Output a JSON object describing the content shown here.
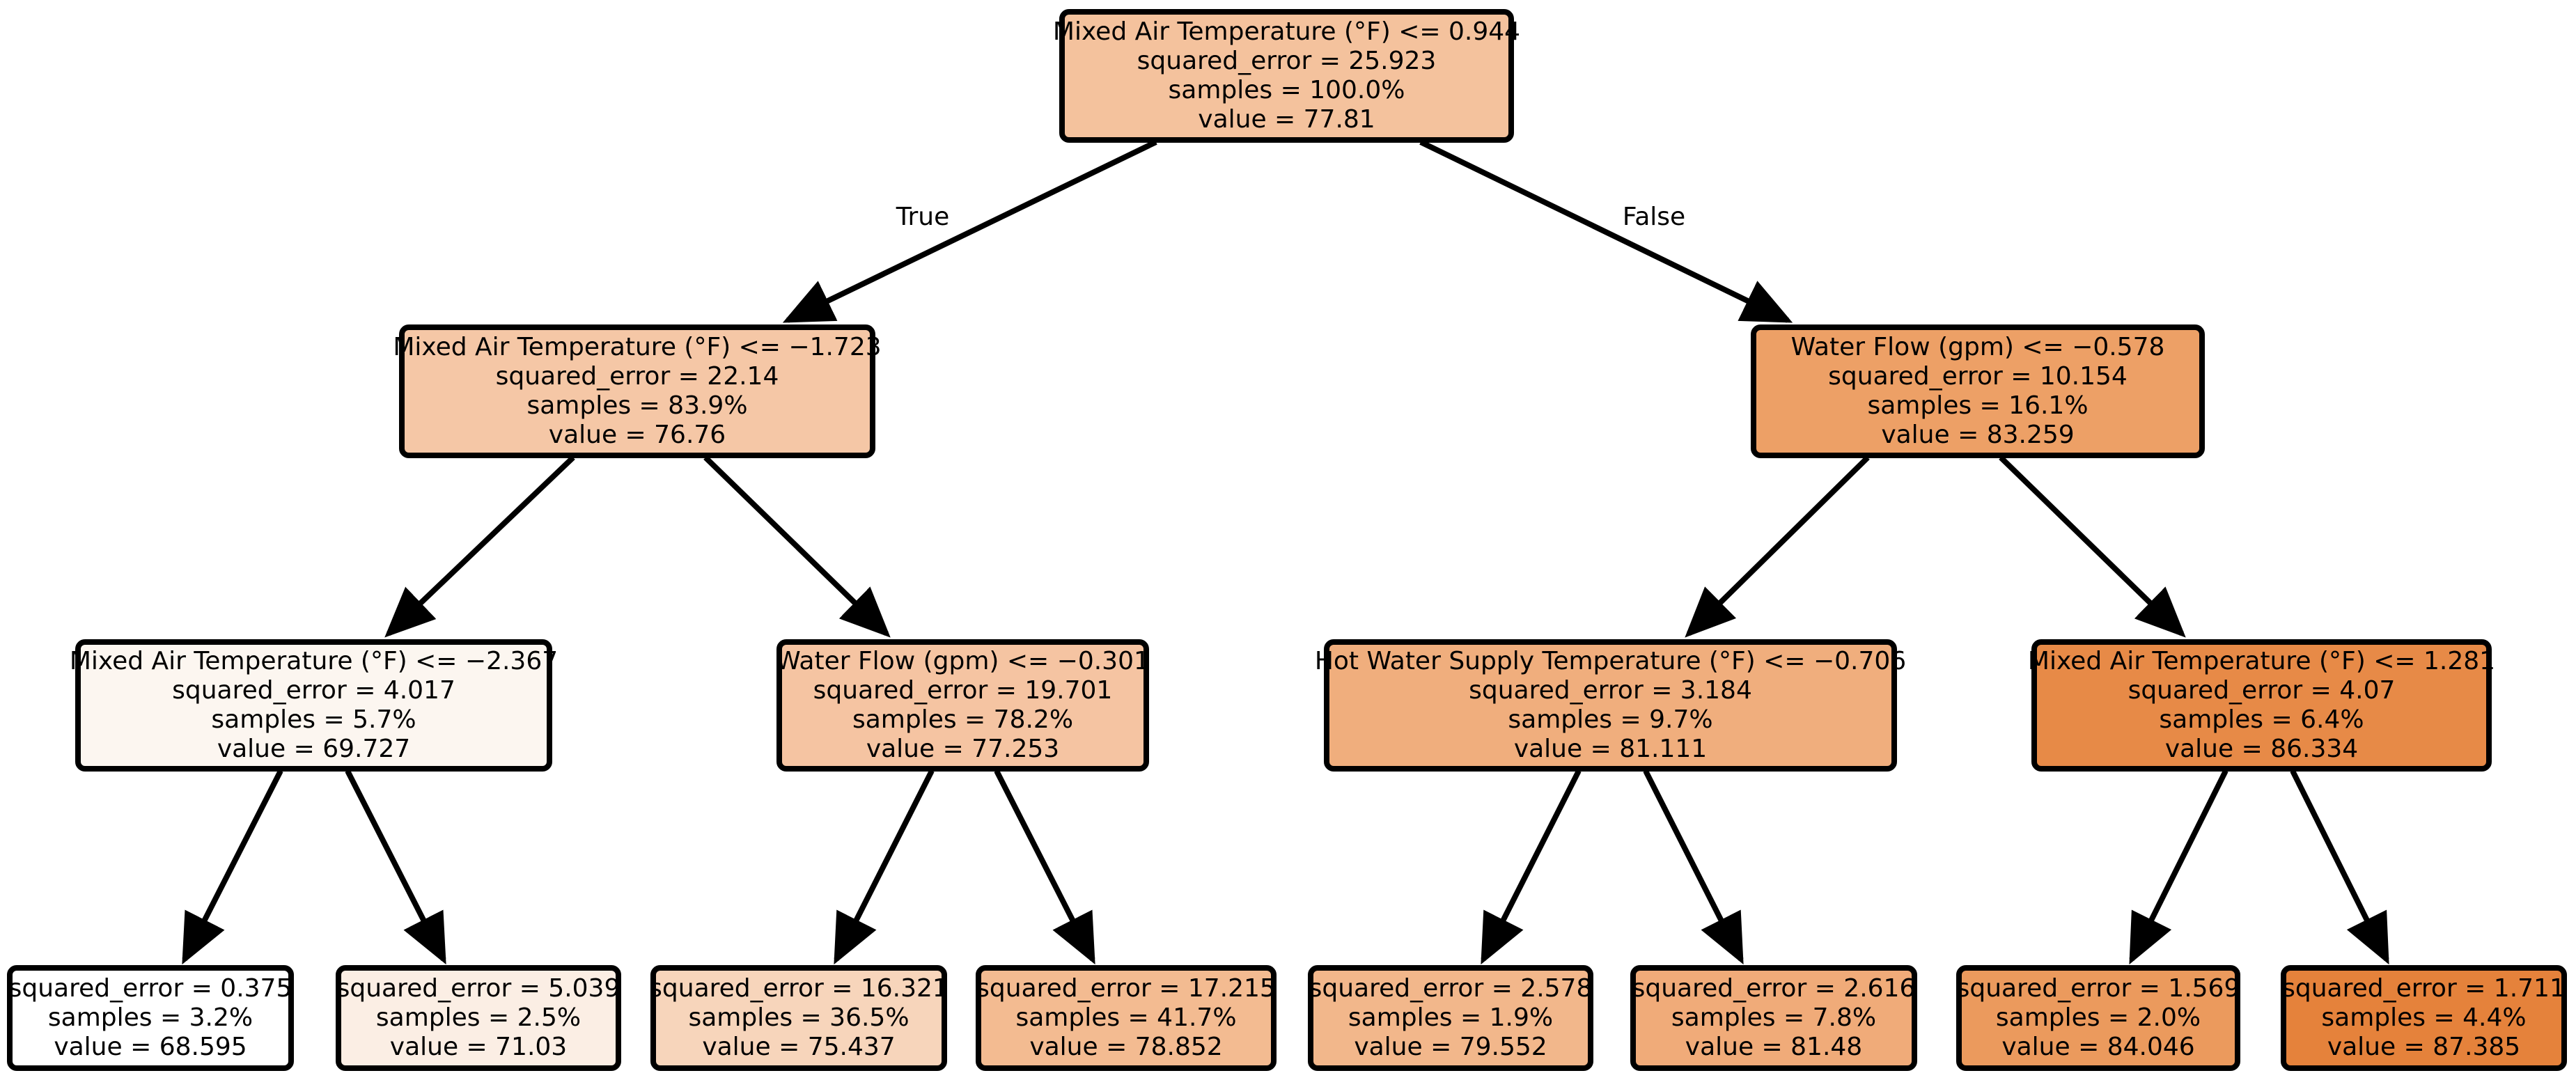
{
  "tree": {
    "edge_labels": {
      "true_label": "True",
      "false_label": "False"
    },
    "nodes": [
      {
        "id": "n0",
        "lines": [
          "Mixed Air Temperature (°F) <= 0.944",
          "squared_error = 25.923",
          "samples = 100.0%",
          "value = 77.81"
        ],
        "fill": "#f4c29d"
      },
      {
        "id": "n1",
        "lines": [
          "Mixed Air Temperature (°F) <= −1.723",
          "squared_error = 22.14",
          "samples = 83.9%",
          "value = 76.76"
        ],
        "fill": "#f5c7a6"
      },
      {
        "id": "n2",
        "lines": [
          "Water Flow (gpm) <= −0.578",
          "squared_error = 10.154",
          "samples = 16.1%",
          "value = 83.259"
        ],
        "fill": "#eda066"
      },
      {
        "id": "n3",
        "lines": [
          "Mixed Air Temperature (°F) <= −2.367",
          "squared_error = 4.017",
          "samples = 5.7%",
          "value = 69.727"
        ],
        "fill": "#fcf6f0"
      },
      {
        "id": "n4",
        "lines": [
          "Water Flow (gpm) <= −0.301",
          "squared_error = 19.701",
          "samples = 78.2%",
          "value = 77.253"
        ],
        "fill": "#f5c4a2"
      },
      {
        "id": "n5",
        "lines": [
          "Hot Water Supply Temperature (°F) <= −0.706",
          "squared_error = 3.184",
          "samples = 9.7%",
          "value = 81.111"
        ],
        "fill": "#f0ae7d"
      },
      {
        "id": "n6",
        "lines": [
          "Mixed Air Temperature (°F) <= 1.281",
          "squared_error = 4.07",
          "samples = 6.4%",
          "value = 86.334"
        ],
        "fill": "#e78a47"
      },
      {
        "id": "n7",
        "lines": [
          "squared_error = 0.375",
          "samples = 3.2%",
          "value = 68.595"
        ],
        "fill": "#ffffff"
      },
      {
        "id": "n8",
        "lines": [
          "squared_error = 5.039",
          "samples = 2.5%",
          "value = 71.03"
        ],
        "fill": "#fbeee4"
      },
      {
        "id": "n9",
        "lines": [
          "squared_error = 16.321",
          "samples = 36.5%",
          "value = 75.437"
        ],
        "fill": "#f7d5bb"
      },
      {
        "id": "n10",
        "lines": [
          "squared_error = 17.215",
          "samples = 41.7%",
          "value = 78.852"
        ],
        "fill": "#f3bb91"
      },
      {
        "id": "n11",
        "lines": [
          "squared_error = 2.578",
          "samples = 1.9%",
          "value = 79.552"
        ],
        "fill": "#f2b78b"
      },
      {
        "id": "n12",
        "lines": [
          "squared_error = 2.616",
          "samples = 7.8%",
          "value = 81.48"
        ],
        "fill": "#f0ab79"
      },
      {
        "id": "n13",
        "lines": [
          "squared_error = 1.569",
          "samples = 2.0%",
          "value = 84.046"
        ],
        "fill": "#eb9a5d"
      },
      {
        "id": "n14",
        "lines": [
          "squared_error = 1.711",
          "samples = 4.4%",
          "value = 87.385"
        ],
        "fill": "#e5823b"
      }
    ],
    "edges": [
      {
        "from": "n0",
        "to": "n1",
        "label": "True"
      },
      {
        "from": "n0",
        "to": "n2",
        "label": "False"
      },
      {
        "from": "n1",
        "to": "n3"
      },
      {
        "from": "n1",
        "to": "n4"
      },
      {
        "from": "n2",
        "to": "n5"
      },
      {
        "from": "n2",
        "to": "n6"
      },
      {
        "from": "n3",
        "to": "n7"
      },
      {
        "from": "n3",
        "to": "n8"
      },
      {
        "from": "n4",
        "to": "n9"
      },
      {
        "from": "n4",
        "to": "n10"
      },
      {
        "from": "n5",
        "to": "n11"
      },
      {
        "from": "n5",
        "to": "n12"
      },
      {
        "from": "n6",
        "to": "n13"
      },
      {
        "from": "n6",
        "to": "n14"
      }
    ]
  }
}
